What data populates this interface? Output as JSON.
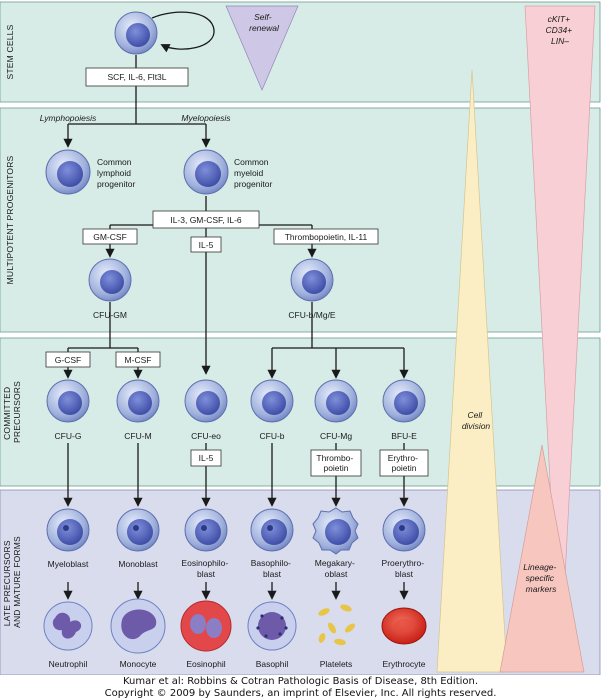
{
  "stages": {
    "stem": "STEM CELLS",
    "multipotent": "MULTIPOTENT PROGENITORS",
    "committed": [
      "COMMITTED",
      "PRECURSORS"
    ],
    "late": [
      "LATE PRECURSORS",
      "AND MATURE FORMS"
    ]
  },
  "triangles": {
    "self_renewal": [
      "Self-",
      "renewal"
    ],
    "markers": [
      "cKIT+",
      "CD34+",
      "LIN–"
    ],
    "cell_division": [
      "Cell",
      "division"
    ],
    "lineage": [
      "Lineage-",
      "specific",
      "markers"
    ]
  },
  "factors": {
    "stem": "SCF, IL-6, Flt3L",
    "myeloid": "IL-3, GM-CSF, IL-6",
    "gm": "GM-CSF",
    "il5_top": "IL-5",
    "thrombo_il11": "Thrombopoietin, IL-11",
    "gcsf": "G-CSF",
    "mcsf": "M-CSF",
    "il5_low": "IL-5",
    "thrombo": [
      "Thrombo-",
      "poietin"
    ],
    "erythro": [
      "Erythro-",
      "poietin"
    ]
  },
  "pathways": {
    "lympho": "Lymphopoiesis",
    "myelo": "Myelopoiesis"
  },
  "cells": {
    "lymphoid": [
      "Common",
      "lymphoid",
      "progenitor"
    ],
    "myeloid": [
      "Common",
      "myeloid",
      "progenitor"
    ],
    "cfu_gm": "CFU-GM",
    "cfu_bmge": "CFU-b/Mg/E",
    "cfu_g": "CFU-G",
    "cfu_m": "CFU-M",
    "cfu_eo": "CFU-eo",
    "cfu_b": "CFU-b",
    "cfu_mg": "CFU-Mg",
    "bfu_e": "BFU-E",
    "myeloblast": "Myeloblast",
    "monoblast": "Monoblast",
    "eosinophiloblast": [
      "Eosinophilo-",
      "blast"
    ],
    "basophiloblast": [
      "Basophilo-",
      "blast"
    ],
    "megakaryoblast": [
      "Megakary-",
      "oblast"
    ],
    "proerythroblast": [
      "Proerythro-",
      "blast"
    ],
    "neutrophil": "Neutrophil",
    "monocyte": "Monocyte",
    "eosinophil": "Eosinophil",
    "basophil": "Basophil",
    "platelets": "Platelets",
    "erythrocyte": "Erythrocyte"
  },
  "colors": {
    "band": "#d7ece6",
    "band_late": "#d8dced",
    "cell_outer": "#9fb0dc",
    "nucleus": "#4a5cb8",
    "tri_purple": "#cfc7e6",
    "tri_pink": "#f7cfd4",
    "tri_yellow": "#fbeec4",
    "tri_salmon": "#f6c6bf"
  },
  "credit": [
    "Kumar et al: Robbins & Cotran Pathologic Basis of Disease, 8th Edition.",
    "Copyright © 2009 by Saunders, an imprint of Elsevier, Inc. All rights reserved."
  ]
}
